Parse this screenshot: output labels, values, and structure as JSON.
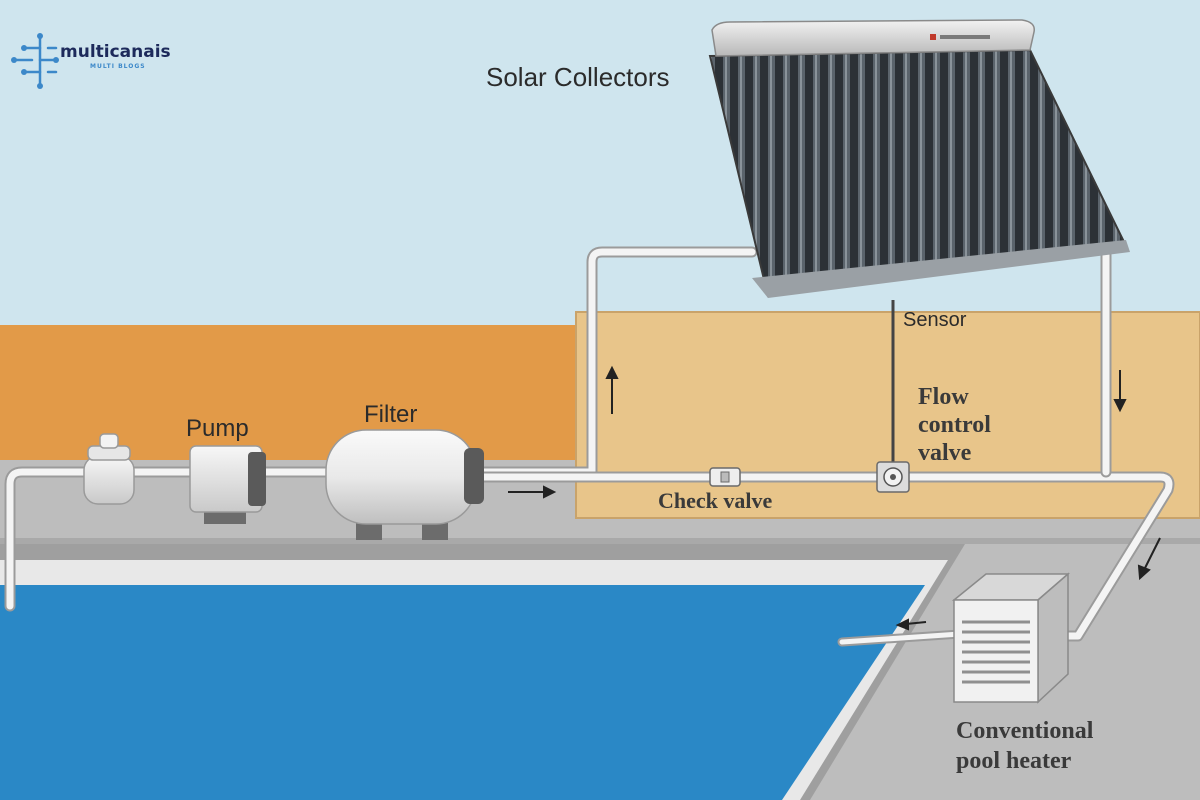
{
  "logo": {
    "name": "multicanais",
    "tagline": "MULTI BLOGS"
  },
  "labels": {
    "solar_collectors": "Solar Collectors",
    "pump": "Pump",
    "filter": "Filter",
    "sensor": "Sensor",
    "flow_control_valve": [
      "Flow",
      "control",
      "valve"
    ],
    "check_valve": "Check valve",
    "pool_heater": [
      "Conventional",
      "pool heater"
    ]
  },
  "colors": {
    "sky": "#cfe5ee",
    "ground": "#e29a48",
    "enclosure": "#e8c58a",
    "deck": "#bdbdbd",
    "pool_water": "#2a88c6",
    "pipe": "#f4f4f4",
    "logo_accent": "#3c88c9"
  },
  "icons": [
    "circuit-logo-icon",
    "flow-arrow-icon"
  ]
}
